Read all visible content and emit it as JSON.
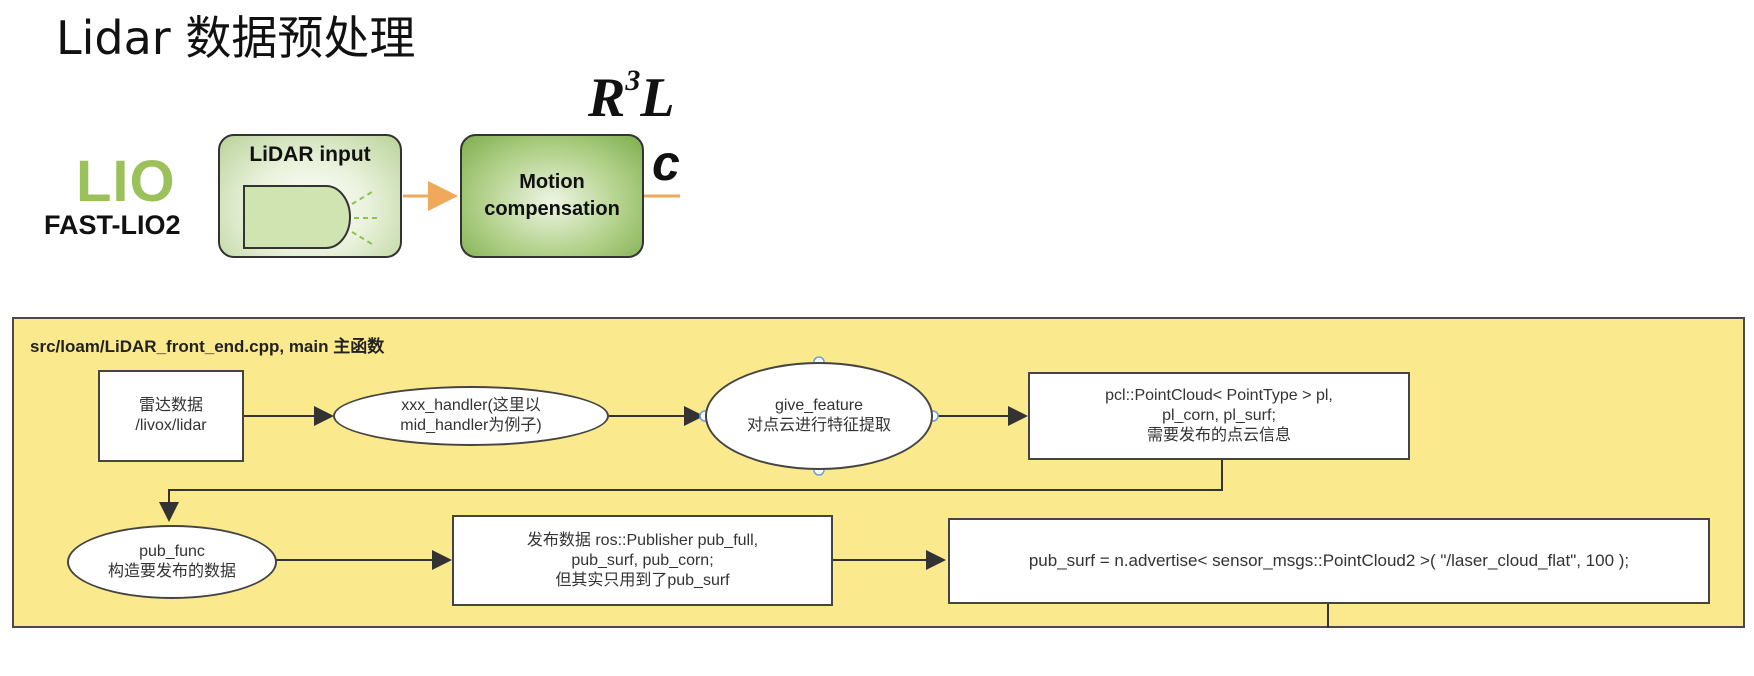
{
  "slide": {
    "title": "Lidar 数据预处理"
  },
  "pipeline": {
    "lio_label": "LIO",
    "fastlio_label": "FAST-LIO2",
    "lidar_input_label": "LiDAR input",
    "motion_comp_line1": "Motion",
    "motion_comp_line2": "compensation",
    "r3l_text": "R",
    "r3l_sup": "3",
    "r3l_tail": "L",
    "clipped_c": "c"
  },
  "flowchart": {
    "panel_title": "src/loam/LiDAR_front_end.cpp, main 主函数",
    "nodes": {
      "radar": [
        "雷达数据",
        "/livox/lidar"
      ],
      "handler": [
        "xxx_handler(这里以",
        "mid_handler为例子)"
      ],
      "give_feature": [
        "give_feature",
        "对点云进行特征提取"
      ],
      "pointcloud": [
        "pcl::PointCloud< PointType > pl,",
        "pl_corn, pl_surf;",
        "需要发布的点云信息"
      ],
      "pub_func": [
        "pub_func",
        "构造要发布的数据"
      ],
      "publish": [
        "发布数据 ros::Publisher pub_full,",
        "pub_surf, pub_corn;",
        "但其实只用到了pub_surf"
      ],
      "advertise": [
        "pub_surf = n.advertise< sensor_msgs::PointCloud2 >( \"/laser_cloud_flat\", 100 );"
      ]
    }
  },
  "colors": {
    "panel_bg": "#fbe98d",
    "lio_green": "#9bc15a",
    "arrow_orange": "#f0a95a"
  }
}
